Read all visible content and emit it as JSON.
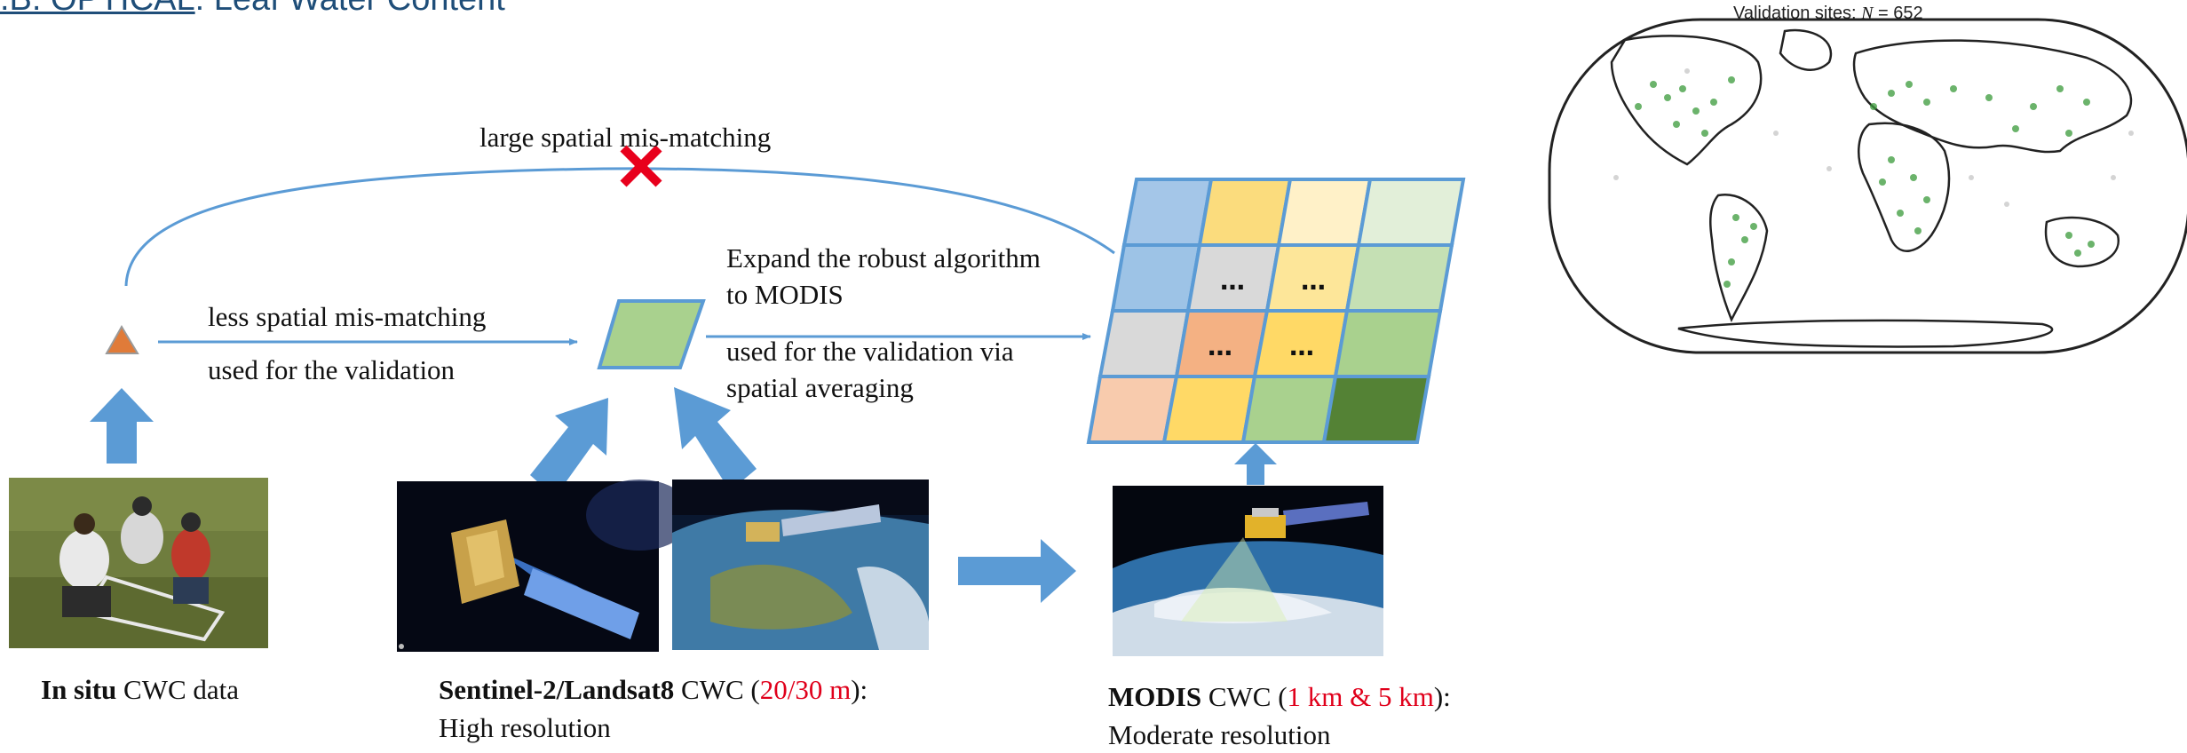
{
  "title": {
    "prefix": ".B. OPTICAL",
    "suffix": ": Leaf Water Content"
  },
  "annotations": {
    "large_mismatch": "large spatial mis-matching",
    "less_mismatch": "less spatial mis-matching",
    "used_validation": "used for the validation",
    "expand_line1": "Expand the robust algorithm",
    "expand_line2": "to MODIS",
    "validation_avg_line1": "used for the validation via",
    "validation_avg_line2": "spatial averaging"
  },
  "cells_dots": "…",
  "captions": {
    "insitu_bold": "In situ",
    "insitu_rest": " CWC data",
    "sentinel_bold": "Sentinel-2/Landsat8",
    "sentinel_mid": " CWC (",
    "sentinel_red": "20/30 m",
    "sentinel_end": "):",
    "sentinel_line2": "High resolution",
    "modis_bold": "MODIS",
    "modis_mid": " CWC (",
    "modis_red": "1 km & 5 km",
    "modis_end": "):",
    "modis_line2": "Moderate resolution"
  },
  "map": {
    "title": "Validation sites: ",
    "n_label": "N",
    "n_value": " = 652"
  },
  "colors": {
    "arrow_blue": "#5b9bd5",
    "cross_red": "#e8001c",
    "insitu_triangle": "#e07b39",
    "green_cell": "#a9d18e",
    "site_green": "#3a9a3a"
  },
  "icons": {
    "cross": "red-x-icon",
    "triangle": "in-situ-triangle-icon"
  }
}
